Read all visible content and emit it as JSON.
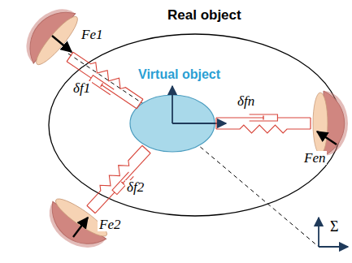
{
  "diagram": {
    "labels": [
      "Real object",
      "Virtual object",
      "Fe1",
      "δf1",
      "Fe2",
      "δf2",
      "Fen",
      "δfn",
      "Σ"
    ]
  }
}
